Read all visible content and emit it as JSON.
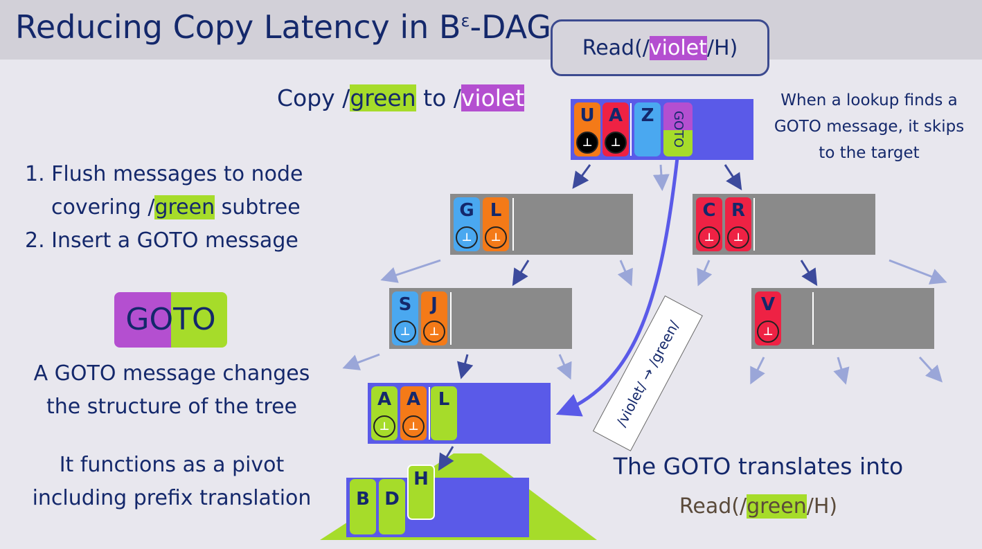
{
  "title": {
    "main": "Reducing Copy Latency in B",
    "sup": "ε",
    "suffix": "-DAG"
  },
  "read_box": {
    "prefix": "Read(/",
    "highlight": "violet",
    "suffix": "/H)"
  },
  "copy_line": {
    "pre": "Copy /",
    "src": "green",
    "mid": " to /",
    "dst": "violet"
  },
  "steps": {
    "line1": "1. Flush messages to node",
    "line2_pre": "covering /",
    "line2_hl": "green",
    "line2_post": " subtree",
    "line3": "2. Insert a GOTO message"
  },
  "right_note": "When a lookup finds a GOTO message, it skips to the target",
  "goto_badge": "GOTO",
  "note1": {
    "line1": "A GOTO message changes",
    "line2": "the structure of the tree"
  },
  "note2": {
    "line1": "It functions as a pivot",
    "line2": "including prefix translation"
  },
  "conclusion": "The GOTO translates into",
  "read_result": {
    "prefix": "Read(/",
    "highlight": "green",
    "suffix": "/H)"
  },
  "prefix_translation": "/violet/ → /green/",
  "nodes": {
    "root": [
      "U",
      "A",
      "Z",
      "GOTO"
    ],
    "gl": [
      "G",
      "L"
    ],
    "cr": [
      "C",
      "R"
    ],
    "sj": [
      "S",
      "J"
    ],
    "v": [
      "V"
    ],
    "aal": [
      "A",
      "A",
      "L"
    ],
    "bdh": [
      "B",
      "D",
      "H"
    ]
  },
  "colors": {
    "orange": "#f47a18",
    "red": "#ee2244",
    "lightblue": "#4aa8f0",
    "green": "#a6dc2a",
    "violet": "#b44fd0",
    "nodeblue": "#5a5ae8",
    "gray": "#8a8a8a"
  }
}
